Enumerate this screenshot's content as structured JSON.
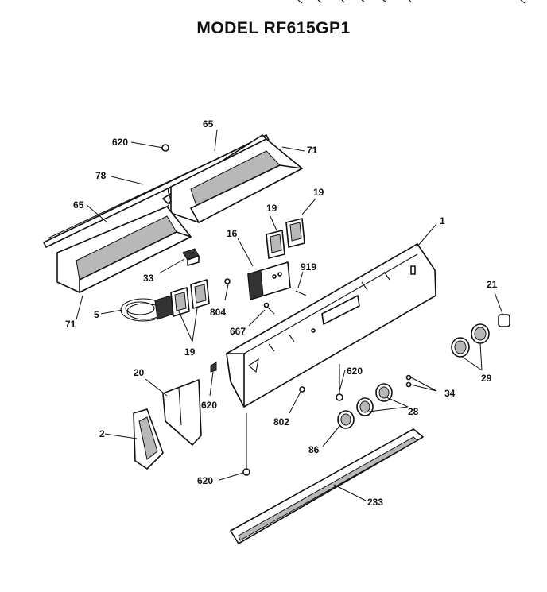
{
  "title": "MODEL RF615GP1",
  "callouts": [
    {
      "id": "c-65-top",
      "text": "65"
    },
    {
      "id": "c-620-top",
      "text": "620"
    },
    {
      "id": "c-71-top",
      "text": "71"
    },
    {
      "id": "c-78",
      "text": "78"
    },
    {
      "id": "c-65-left",
      "text": "65"
    },
    {
      "id": "c-19-a",
      "text": "19"
    },
    {
      "id": "c-19-b",
      "text": "19"
    },
    {
      "id": "c-1",
      "text": "1"
    },
    {
      "id": "c-16",
      "text": "16"
    },
    {
      "id": "c-919",
      "text": "919"
    },
    {
      "id": "c-33",
      "text": "33"
    },
    {
      "id": "c-5",
      "text": "5"
    },
    {
      "id": "c-804",
      "text": "804"
    },
    {
      "id": "c-71-left",
      "text": "71"
    },
    {
      "id": "c-667",
      "text": "667"
    },
    {
      "id": "c-19-c",
      "text": "19"
    },
    {
      "id": "c-21",
      "text": "21"
    },
    {
      "id": "c-20",
      "text": "20"
    },
    {
      "id": "c-29",
      "text": "29"
    },
    {
      "id": "c-620-mid",
      "text": "620"
    },
    {
      "id": "c-620-bracket",
      "text": "620"
    },
    {
      "id": "c-34",
      "text": "34"
    },
    {
      "id": "c-802",
      "text": "802"
    },
    {
      "id": "c-28",
      "text": "28"
    },
    {
      "id": "c-2",
      "text": "2"
    },
    {
      "id": "c-86",
      "text": "86"
    },
    {
      "id": "c-620-bottom",
      "text": "620"
    },
    {
      "id": "c-233",
      "text": "233"
    }
  ]
}
